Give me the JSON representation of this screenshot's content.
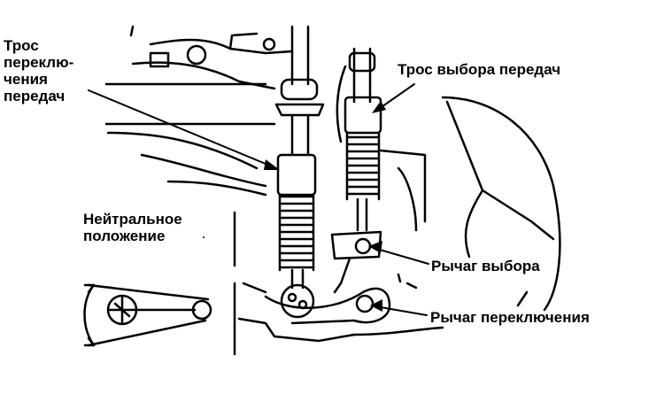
{
  "labels": {
    "shift_cable": [
      "Трос",
      "переклю-",
      "чения",
      "передач"
    ],
    "select_cable": "Трос выбора передач",
    "neutral_position": [
      "Нейтральное",
      "положение"
    ],
    "select_lever": "Рычаг выбора",
    "shift_lever": "Рычаг переключения"
  },
  "colors": {
    "ink": "#000000",
    "paper": "#ffffff"
  }
}
